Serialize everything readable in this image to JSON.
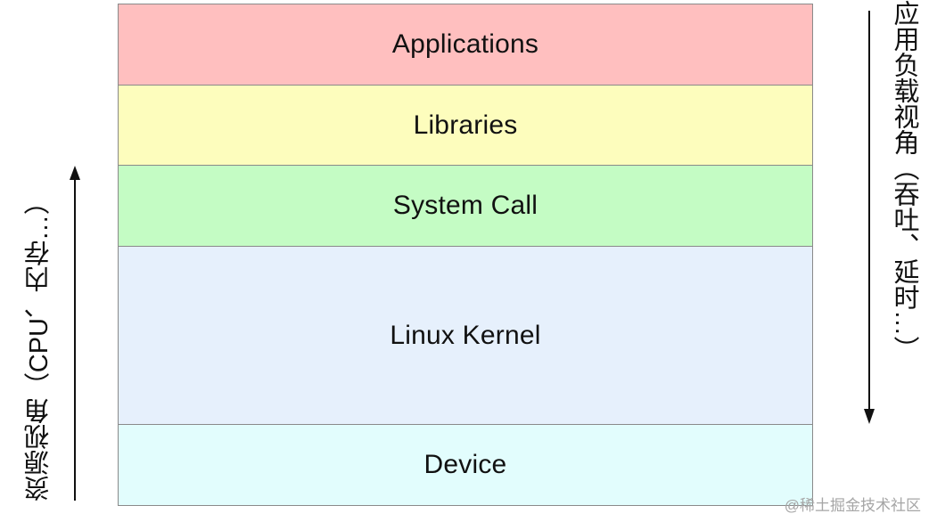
{
  "layers": [
    {
      "label": "Applications",
      "color": "#ffbfbf"
    },
    {
      "label": "Libraries",
      "color": "#fdfdbd"
    },
    {
      "label": "System Call",
      "color": "#c4fcc4"
    },
    {
      "label": "Linux Kernel",
      "color": "#e6f0fc"
    },
    {
      "label": "Device",
      "color": "#e2fdfd"
    }
  ],
  "left_axis": {
    "label": "资源视角（CPU、内存…）",
    "direction": "up"
  },
  "right_axis": {
    "label": "应用负载视角（吞吐、延时…）",
    "direction": "down"
  },
  "watermark": "@稀土掘金技术社区"
}
